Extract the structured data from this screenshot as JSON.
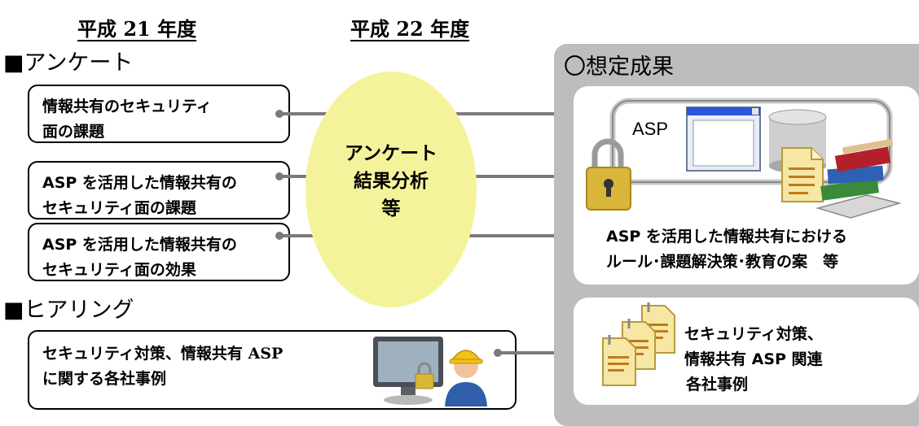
{
  "headers": {
    "fy21": "平成 21 年度",
    "fy22": "平成 22 年度"
  },
  "survey": {
    "label": "■アンケート",
    "items": [
      {
        "lines": [
          "情報共有のセキュリティ",
          "面の課題"
        ]
      },
      {
        "lines": [
          "ASP を活用した情報共有の",
          "セキュリティ面の課題"
        ]
      },
      {
        "lines": [
          "ASP を活用した情報共有の",
          "セキュリティ面の効果"
        ]
      }
    ]
  },
  "analysis": {
    "lines": [
      "アンケート",
      "結果分析",
      "等"
    ]
  },
  "hearing": {
    "label": "■ヒアリング",
    "item": {
      "lines": [
        "セキュリティ対策、情報共有 ASP",
        "に関する各社事例"
      ]
    }
  },
  "result": {
    "title": "〇想定成果",
    "card1": {
      "asp_label": "ASP",
      "lines": [
        "ASP を活用した情報共有における",
        "ルール･課題解決策･教育の案　等"
      ]
    },
    "card2": {
      "lines": [
        "セキュリティ対策、",
        "情報共有 ASP 関連",
        "各社事例"
      ]
    }
  },
  "colors": {
    "ellipse": "#f4f39b",
    "panel": "#bdbdbd",
    "connector": "#7a7a7a",
    "lock": "#d9b53a",
    "document": "#f6e7a4"
  },
  "icons": [
    "lock-icon",
    "window-icon",
    "database-icon",
    "document-icon",
    "books-icon",
    "monitor-icon",
    "worker-icon",
    "documents-icon"
  ]
}
